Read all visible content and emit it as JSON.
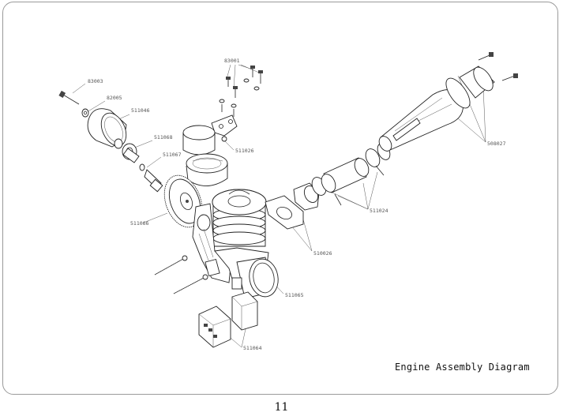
{
  "diagram": {
    "title": "Engine Assembly Diagram",
    "page_number": "11",
    "labels": {
      "l83001": "83001",
      "l83003": "83003",
      "l82005": "82005",
      "l511046": "511046",
      "l511068": "511068",
      "l511067": "511067",
      "l511026": "511026",
      "l511066": "511066",
      "l508027": "508027",
      "l511024": "511024",
      "l510026": "510026",
      "l511065": "511065",
      "l511064": "511064"
    }
  }
}
